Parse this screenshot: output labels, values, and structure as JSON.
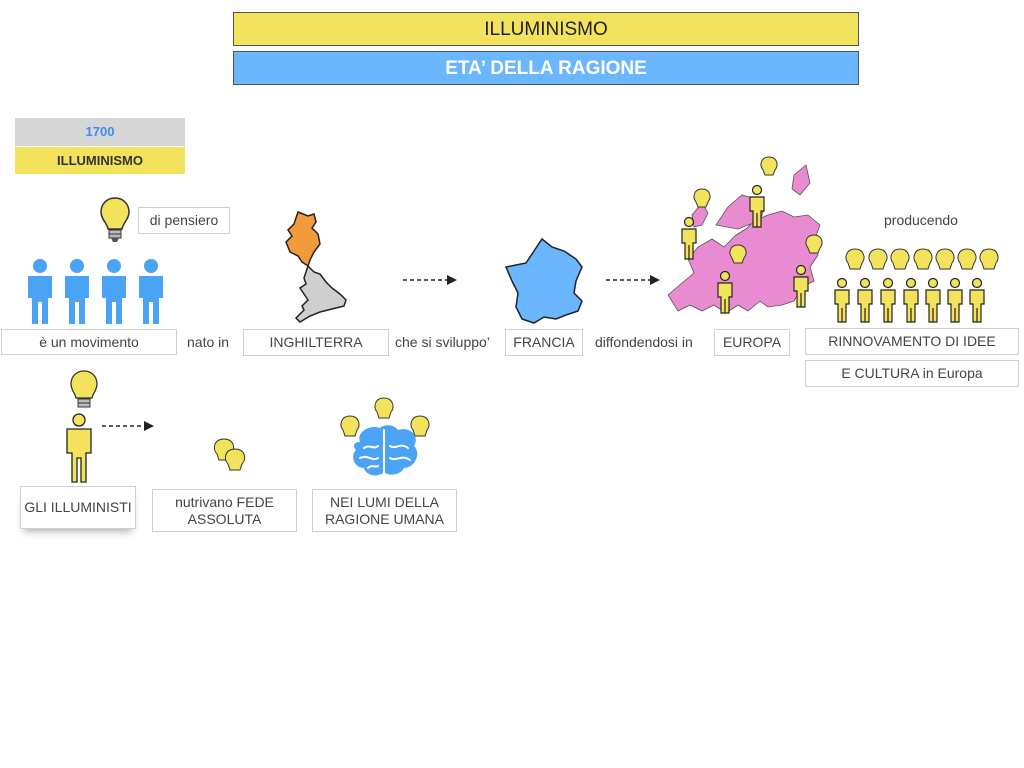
{
  "header": {
    "title": "ILLUMINISMO",
    "subtitle": "ETA’ DELLA RAGIONE"
  },
  "timeline": {
    "year": "1700",
    "label": "ILLUMINISMO"
  },
  "row1": {
    "di_pensiero": "di pensiero",
    "movimento": "è un movimento",
    "nato_in": "nato in",
    "inghilterra": "INGHILTERRA",
    "che_si_sviluppo": "che si sviluppo’",
    "francia": "FRANCIA",
    "diffondendosi_in": "diffondendosi in",
    "europa": "EUROPA",
    "producendo": "producendo",
    "rinnovamento": "RINNOVAMENTO DI IDEE",
    "cultura": "E CULTURA in Europa"
  },
  "row2": {
    "illuministi": "GLI ILLUMINISTI",
    "fede": "nutrivano FEDE ASSOLUTA",
    "lumi": "NEI LUMI DELLA RAGIONE UMANA"
  },
  "colors": {
    "yellow": "#f3e35c",
    "blue": "#6ab7ff",
    "person_blue": "#4ba3f5",
    "orange": "#f39a3c",
    "pink": "#e98bd0"
  }
}
